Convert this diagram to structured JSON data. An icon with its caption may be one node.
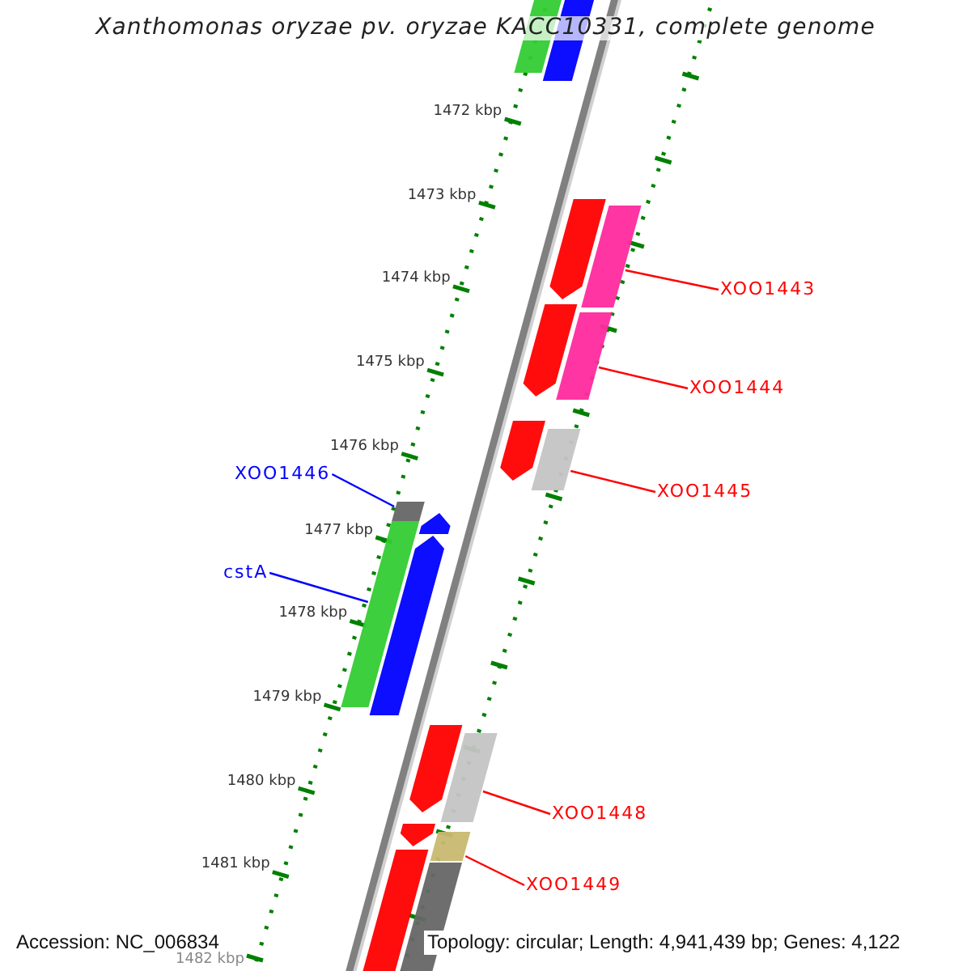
{
  "diagram": {
    "title": "Xanthomonas oryzae pv. oryzae KACC10331, complete genome",
    "nodes": [
      {
        "text": [],
        "shape": "bar"
      },
      {
        "text": [],
        "shape": "bar"
      },
      {
        "text": [],
        "shape": "bar"
      },
      {
        "text": [],
        "shape": "bar"
      },
      {
        "text": [
          "XOO1443"
        ]
      },
      {
        "text": [],
        "shape": "bar"
      },
      {
        "text": [],
        "shape": "bar"
      },
      {
        "text": [
          "XOO1444"
        ]
      },
      {
        "text": [],
        "shape": "bar"
      },
      {
        "text": [],
        "shape": "bar"
      },
      {
        "text": [
          "XOO1446"
        ]
      },
      {
        "text": [
          "XOO1445"
        ]
      },
      {
        "text": [],
        "shape": "bar"
      },
      {
        "text": [],
        "shape": "bar"
      },
      {
        "text": [],
        "shape": "bar"
      },
      {
        "text": [],
        "shape": "bar"
      },
      {
        "text": [
          "cstA"
        ]
      },
      {
        "text": [],
        "shape": "bar"
      },
      {
        "text": [],
        "shape": "bar"
      },
      {
        "text": [
          "XOO1448"
        ]
      },
      {
        "text": [],
        "shape": "bar"
      },
      {
        "text": [],
        "shape": "bar"
      },
      {
        "text": [],
        "shape": "bar"
      },
      {
        "text": [],
        "shape": "bar"
      },
      {
        "text": [
          "XOO1449"
        ]
      }
    ],
    "edges": [
      {
        "from": 4,
        "to": 3,
        "arrow": "none"
      },
      {
        "from": 7,
        "to": 6,
        "arrow": "none"
      },
      {
        "from": 10,
        "to": 12,
        "arrow": "none",
        "color": "#0000ff"
      },
      {
        "from": 11,
        "to": 9,
        "arrow": "none"
      },
      {
        "from": 16,
        "to": 14,
        "arrow": "none",
        "color": "#0000ff"
      },
      {
        "from": 19,
        "to": 18,
        "arrow": "none"
      },
      {
        "from": 24,
        "to": 21,
        "arrow": "none"
      }
    ],
    "labels": [
      "1472 kbp",
      "1473 kbp",
      "1474 kbp",
      "1475 kbp",
      "1476 kbp",
      "1477 kbp",
      "1478 kbp",
      "1479 kbp",
      "1480 kbp",
      "1481 kbp",
      "1482 kbp",
      "Accession: NC_006834",
      "Topology: circular; Length: 4,941,439 bp; Genes: 4,122"
    ]
  }
}
